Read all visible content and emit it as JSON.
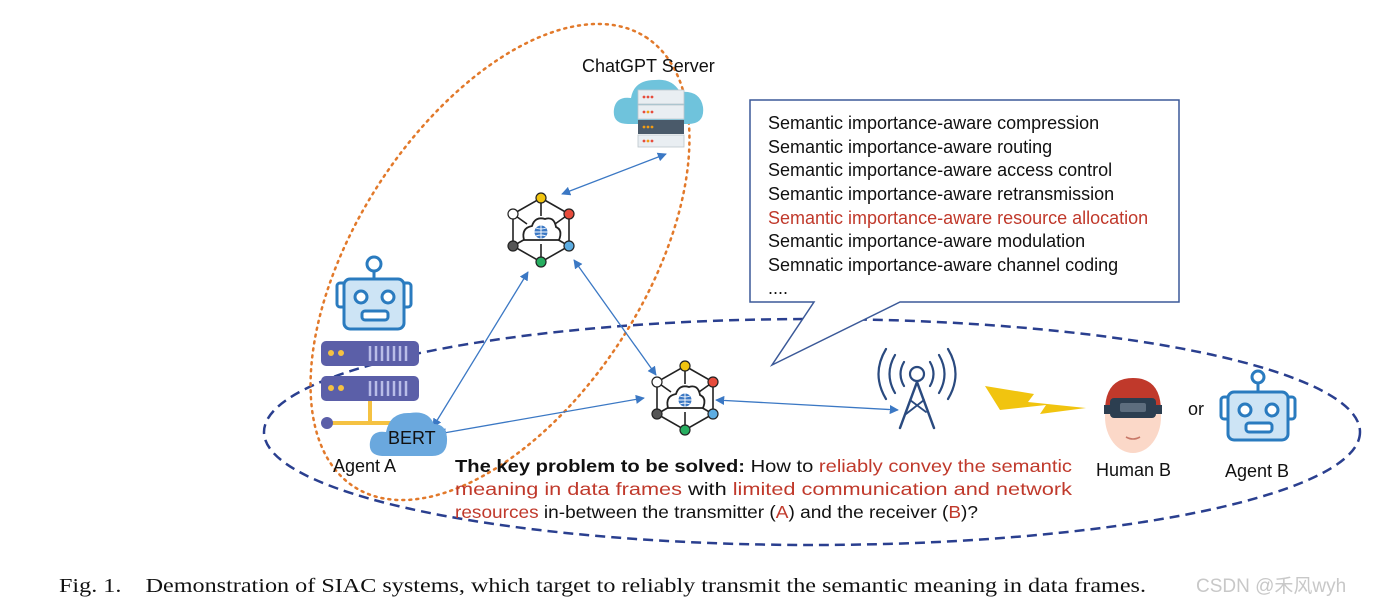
{
  "labels": {
    "chatgpt_server": "ChatGPT Server",
    "bert": "BERT",
    "agent_a": "Agent A",
    "human_b": "Human B",
    "or": "or",
    "agent_b": "Agent B"
  },
  "semantic_list": [
    {
      "text": "Semantic importance-aware compression",
      "highlight": false
    },
    {
      "text": "Semantic importance-aware routing",
      "highlight": false
    },
    {
      "text": "Semantic importance-aware access control",
      "highlight": false
    },
    {
      "text": "Semantic importance-aware retransmission",
      "highlight": false
    },
    {
      "text": "Semantic importance-aware resource allocation",
      "highlight": true
    },
    {
      "text": "Semantic importance-aware modulation",
      "highlight": false
    },
    {
      "text": "Semnatic importance-aware channel coding",
      "highlight": false
    },
    {
      "text": "....",
      "highlight": false
    }
  ],
  "problem": {
    "bold": "The key problem to be solved:",
    "l1_a": " How to ",
    "l1_red": "reliably convey the semantic",
    "l2_red1": "meaning in data frames",
    "l2_mid": " with ",
    "l2_red2": "limited communication and network",
    "l3_red": "resources",
    "l3_a": " in-between the transmitter (",
    "l3_A": "A",
    "l3_b": ") and the receiver (",
    "l3_B": "B",
    "l3_c": ")?"
  },
  "caption": "Fig. 1.    Demonstration of SIAC systems, which target to reliably transmit the semantic meaning in data frames.",
  "watermark": "CSDN @禾风wyh",
  "colors": {
    "accent_blue": "#3b78c4",
    "dark_blue": "#2a3f8f",
    "orange": "#e2792a",
    "red": "#c0392b",
    "lightning": "#f1c40f"
  },
  "icons": [
    "cloud-server-icon",
    "network-node-icon",
    "robot-icon",
    "server-rack-icon",
    "cloud-icon",
    "antenna-tower-icon",
    "lightning-icon",
    "vr-headset-person-icon"
  ]
}
